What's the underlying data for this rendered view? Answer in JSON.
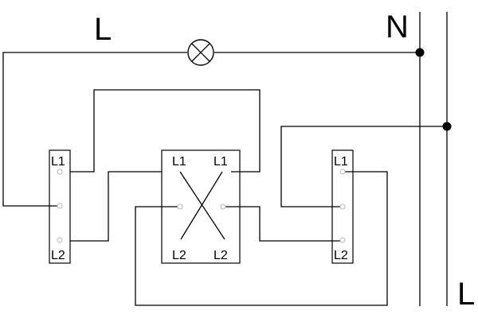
{
  "diagram": {
    "labels": {
      "line_top": "L",
      "neutral": "N",
      "line_bottom": "L"
    },
    "switches": {
      "left": {
        "top_terminal": "L1",
        "bottom_terminal": "L2"
      },
      "middle": {
        "top_left_terminal": "L1",
        "top_right_terminal": "L1",
        "bottom_left_terminal": "L2",
        "bottom_right_terminal": "L2"
      },
      "right": {
        "top_terminal": "L1",
        "bottom_terminal": "L2"
      }
    },
    "lamp": "lamp-icon"
  }
}
